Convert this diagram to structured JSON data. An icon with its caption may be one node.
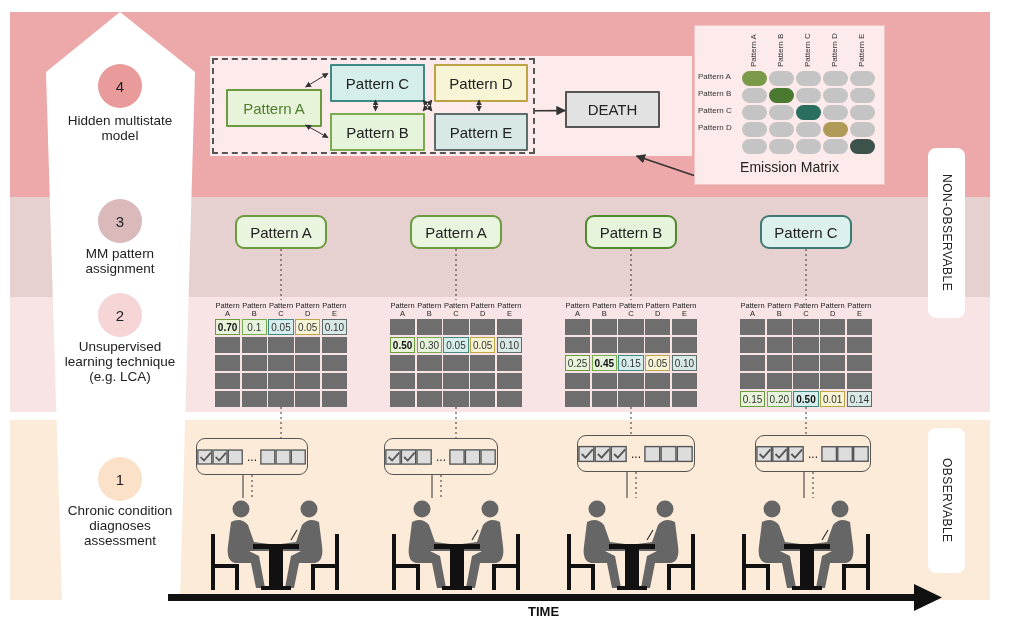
{
  "diagram": {
    "nodes": [
      {
        "text": [
          "4"
        ],
        "beside": [
          "Hidden multistate model"
        ]
      },
      {
        "text": [],
        "shape": "box"
      },
      {
        "text": [],
        "shape": "box",
        "in": 1
      },
      {
        "text": [
          "Pattern A"
        ],
        "in": 2
      },
      {
        "text": [
          "Pattern C"
        ],
        "in": 2
      },
      {
        "text": [
          "Pattern D"
        ],
        "in": 2
      },
      {
        "text": [
          "Pattern B"
        ],
        "in": 2
      },
      {
        "text": [
          "Pattern E"
        ],
        "in": 2
      },
      {
        "text": [
          "DEATH"
        ],
        "in": 1
      },
      {
        "text": [
          "Pattern A",
          "Pattern B",
          "Pattern C",
          "Pattern D",
          "Pattern E",
          "Pattern A",
          "Pattern B",
          "Pattern C",
          "Pattern D",
          "Emission Matrix"
        ]
      },
      {
        "text": [
          "NON-OBSERVABLE"
        ]
      },
      {
        "text": [
          "3"
        ],
        "beside": [
          "MM pattern assignment"
        ]
      },
      {
        "text": [
          "Pattern A"
        ]
      },
      {
        "text": [
          "Pattern A"
        ]
      },
      {
        "text": [
          "Pattern B"
        ]
      },
      {
        "text": [
          "Pattern C"
        ]
      },
      {
        "text": [
          "2"
        ],
        "beside": [
          "Unsupervised learning technique (e.g. LCA)"
        ]
      },
      {
        "text": [
          "Pattern A",
          "Pattern B",
          "Pattern C",
          "Pattern D",
          "Pattern E",
          "**0.70**",
          "0.1",
          "0.05",
          "0.05",
          "0.10"
        ]
      },
      {
        "text": [
          "Pattern A",
          "Pattern B",
          "Pattern C",
          "Pattern D",
          "Pattern E",
          "**0.50**",
          "0.30",
          "0.05",
          "0.05",
          "0.10"
        ]
      },
      {
        "text": [
          "Pattern A",
          "Pattern B",
          "Pattern C",
          "Pattern D",
          "Pattern E",
          "0.25",
          "**0.45**",
          "0.15",
          "0.05",
          "0.10"
        ]
      },
      {
        "text": [
          "Pattern A",
          "Pattern B",
          "Pattern C",
          "Pattern D",
          "Pattern E",
          "0.15",
          "0.20",
          "**0.50**",
          "0.01",
          "0.14"
        ]
      },
      {
        "text": [
          "1"
        ],
        "beside": [
          "Chronic condition diagnoses assessment"
        ]
      },
      {
        "text": [
          "..."
        ]
      },
      {
        "text": [
          "..."
        ]
      },
      {
        "text": [
          "..."
        ]
      },
      {
        "text": [
          "..."
        ]
      },
      {
        "text": [
          "OBSERVABLE"
        ]
      },
      {
        "text": [],
        "shape": "picture"
      },
      {
        "text": [],
        "shape": "picture"
      },
      {
        "text": [],
        "shape": "picture"
      },
      {
        "text": [],
        "shape": "picture"
      }
    ],
    "edges": [
      {
        "from": 3,
        "to": 4,
        "arrow": "both"
      },
      {
        "from": 3,
        "to": 6,
        "arrow": "both"
      },
      {
        "from": 4,
        "to": 6,
        "arrow": "both"
      },
      {
        "from": 5,
        "to": 7,
        "arrow": "both"
      },
      {
        "from": 4,
        "to": 7,
        "arrow": "both"
      },
      {
        "from": 5,
        "to": 6,
        "arrow": "both"
      },
      {
        "from": 2,
        "to": 8,
        "arrow": "to"
      },
      {
        "from": 9,
        "to": 1,
        "arrow": "to"
      },
      {
        "from": 12,
        "to": 17,
        "arrow": "none",
        "style": "dashed"
      },
      {
        "from": 13,
        "to": 18,
        "arrow": "none",
        "style": "dashed"
      },
      {
        "from": 14,
        "to": 19,
        "arrow": "none",
        "style": "dashed"
      },
      {
        "from": 15,
        "to": 20,
        "arrow": "none",
        "style": "dashed"
      },
      {
        "from": 17,
        "to": 22,
        "arrow": "none",
        "style": "dashed"
      },
      {
        "from": 18,
        "to": 23,
        "arrow": "none",
        "style": "dashed"
      },
      {
        "from": 19,
        "to": 24,
        "arrow": "none",
        "style": "dashed"
      },
      {
        "from": 20,
        "to": 25,
        "arrow": "none",
        "style": "dashed"
      },
      {
        "from": 22,
        "to": 27,
        "arrow": "none",
        "style": "dashed"
      },
      {
        "from": 23,
        "to": 28,
        "arrow": "none",
        "style": "dashed"
      },
      {
        "from": 24,
        "to": 29,
        "arrow": "none",
        "style": "dashed"
      },
      {
        "from": 25,
        "to": 30,
        "arrow": "none",
        "style": "dashed"
      },
      {
        "from": 22,
        "to": 27,
        "arrow": "none"
      },
      {
        "from": 23,
        "to": 28,
        "arrow": "none"
      },
      {
        "from": 24,
        "to": 29,
        "arrow": "none"
      },
      {
        "from": 25,
        "to": 30,
        "arrow": "none"
      }
    ],
    "labels": [
      "TIME"
    ]
  }
}
